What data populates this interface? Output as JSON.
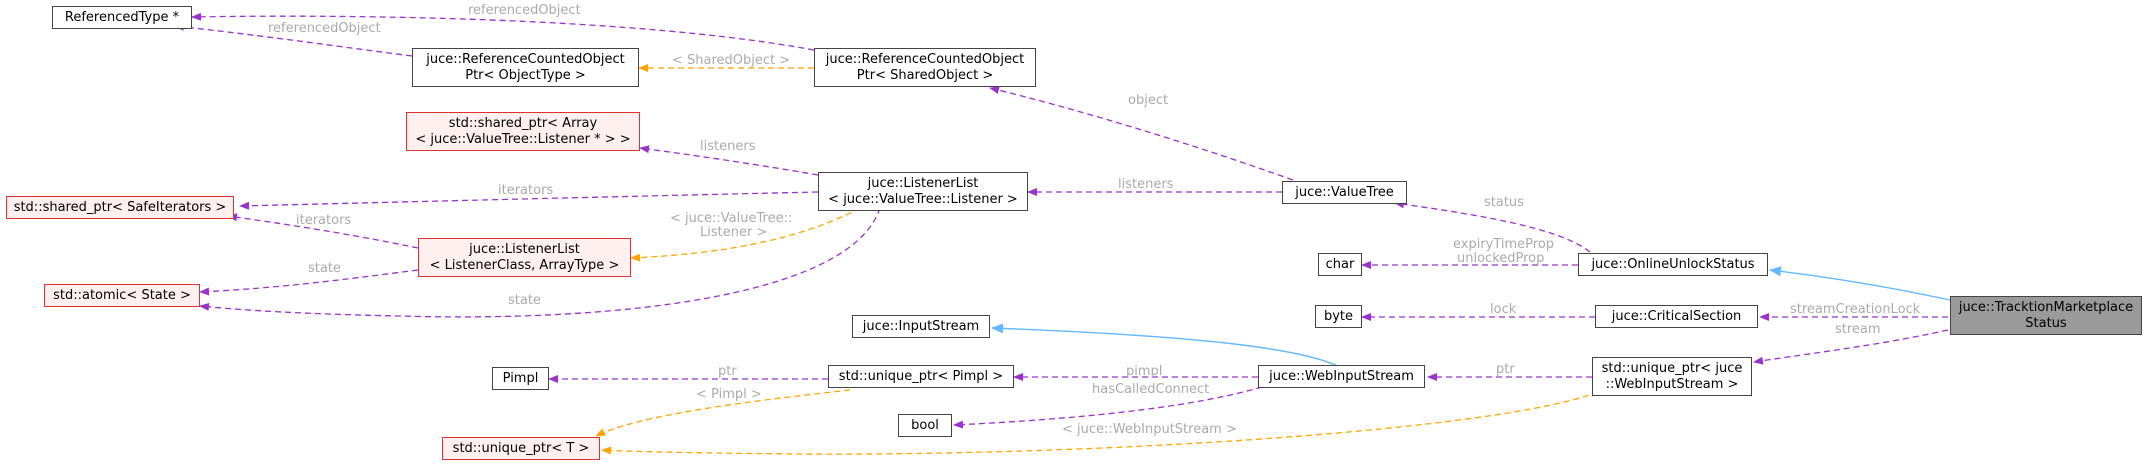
{
  "colors": {
    "usage_edge": "#9a32cd",
    "template_edge": "#ffa500",
    "inherit_edge": "#63b8ff",
    "label_text": "#aaaaaa",
    "red_border": "#e03030",
    "highlight_fill": "#9a9a9a"
  },
  "nodes": {
    "referenced_type": {
      "lines": [
        "ReferencedType *"
      ]
    },
    "rco_objecttype": {
      "lines": [
        "juce::ReferenceCountedObject",
        "Ptr< ObjectType >"
      ]
    },
    "rco_sharedobject": {
      "lines": [
        "juce::ReferenceCountedObject",
        "Ptr< SharedObject >"
      ]
    },
    "shared_ptr_array": {
      "lines": [
        "std::shared_ptr< Array",
        "< juce::ValueTree::Listener * > >"
      ]
    },
    "shared_ptr_safeiter": {
      "lines": [
        "std::shared_ptr< SafeIterators >"
      ]
    },
    "listenerlist_vt": {
      "lines": [
        "juce::ListenerList",
        "< juce::ValueTree::Listener >"
      ]
    },
    "listenerlist_generic": {
      "lines": [
        "juce::ListenerList",
        "< ListenerClass, ArrayType >"
      ]
    },
    "atomic_state": {
      "lines": [
        "std::atomic< State >"
      ]
    },
    "valuetree": {
      "lines": [
        "juce::ValueTree"
      ]
    },
    "char": {
      "lines": [
        "char"
      ]
    },
    "online_unlock": {
      "lines": [
        "juce::OnlineUnlockStatus"
      ]
    },
    "byte": {
      "lines": [
        "byte"
      ]
    },
    "critical_section": {
      "lines": [
        "juce::CriticalSection"
      ]
    },
    "tracktion": {
      "lines": [
        "juce::TracktionMarketplace",
        "Status"
      ]
    },
    "inputstream": {
      "lines": [
        "juce::InputStream"
      ]
    },
    "pimpl": {
      "lines": [
        "Pimpl"
      ]
    },
    "unique_ptr_pimpl": {
      "lines": [
        "std::unique_ptr< Pimpl >"
      ]
    },
    "webinputstream": {
      "lines": [
        "juce::WebInputStream"
      ]
    },
    "unique_ptr_web": {
      "lines": [
        "std::unique_ptr< juce",
        "::WebInputStream >"
      ]
    },
    "bool": {
      "lines": [
        "bool"
      ]
    },
    "unique_ptr_t": {
      "lines": [
        "std::unique_ptr< T >"
      ]
    }
  },
  "edge_labels": {
    "referenced_object_top": "referencedObject",
    "referenced_object_left": "referencedObject",
    "shared_object_tmpl": "< SharedObject >",
    "object": "object",
    "listeners_array": "listeners",
    "iterators_top": "iterators",
    "iterators_left": "iterators",
    "state_left": "state",
    "state_bottom": "state",
    "vt_listener_tmpl_1": "< juce::ValueTree::",
    "vt_listener_tmpl_2": "Listener >",
    "listeners_vt": "listeners",
    "status": "status",
    "expiry_1": "expiryTimeProp",
    "expiry_2": "unlockedProp",
    "lock": "lock",
    "stream_creation_lock": "streamCreationLock",
    "stream": "stream",
    "ptr_pimpl": "ptr",
    "pimpl_member": "pimpl",
    "ptr_web": "ptr",
    "has_called_connect": "hasCalledConnect",
    "pimpl_tmpl": "< Pimpl >",
    "web_tmpl": "< juce::WebInputStream >"
  }
}
